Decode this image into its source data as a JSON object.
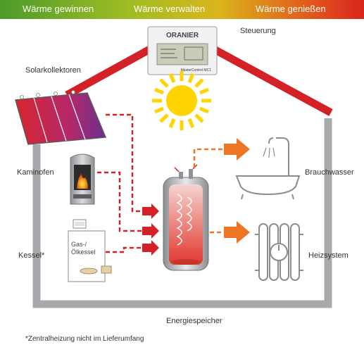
{
  "header": {
    "phase_1": "Wärme gewinnen",
    "phase_2": "Wärme verwalten",
    "phase_3": "Wärme genießen"
  },
  "labels": {
    "steuerung": "Steuerung",
    "solarkollektoren": "Solarkollektoren",
    "kaminofen": "Kaminofen",
    "kessel": "Kessel*",
    "gas_oelkessel_line1": "Gas-/",
    "gas_oelkessel_line2": "Ölkessel",
    "brauchwasser": "Brauchwasser",
    "heizsystem": "Heizsystem",
    "energiespeicher": "Energiespeicher"
  },
  "controller": {
    "brand": "ORANIER",
    "model": "MasterControl MC1"
  },
  "footnote": "*Zentralheizung nicht im Lieferumfang",
  "colors": {
    "roof": "#d42027",
    "house_wall": "#a7a9ac",
    "heat_arrow_red": "#d42027",
    "heat_arrow_orange": "#ee7523",
    "sun": "#ffd400"
  }
}
